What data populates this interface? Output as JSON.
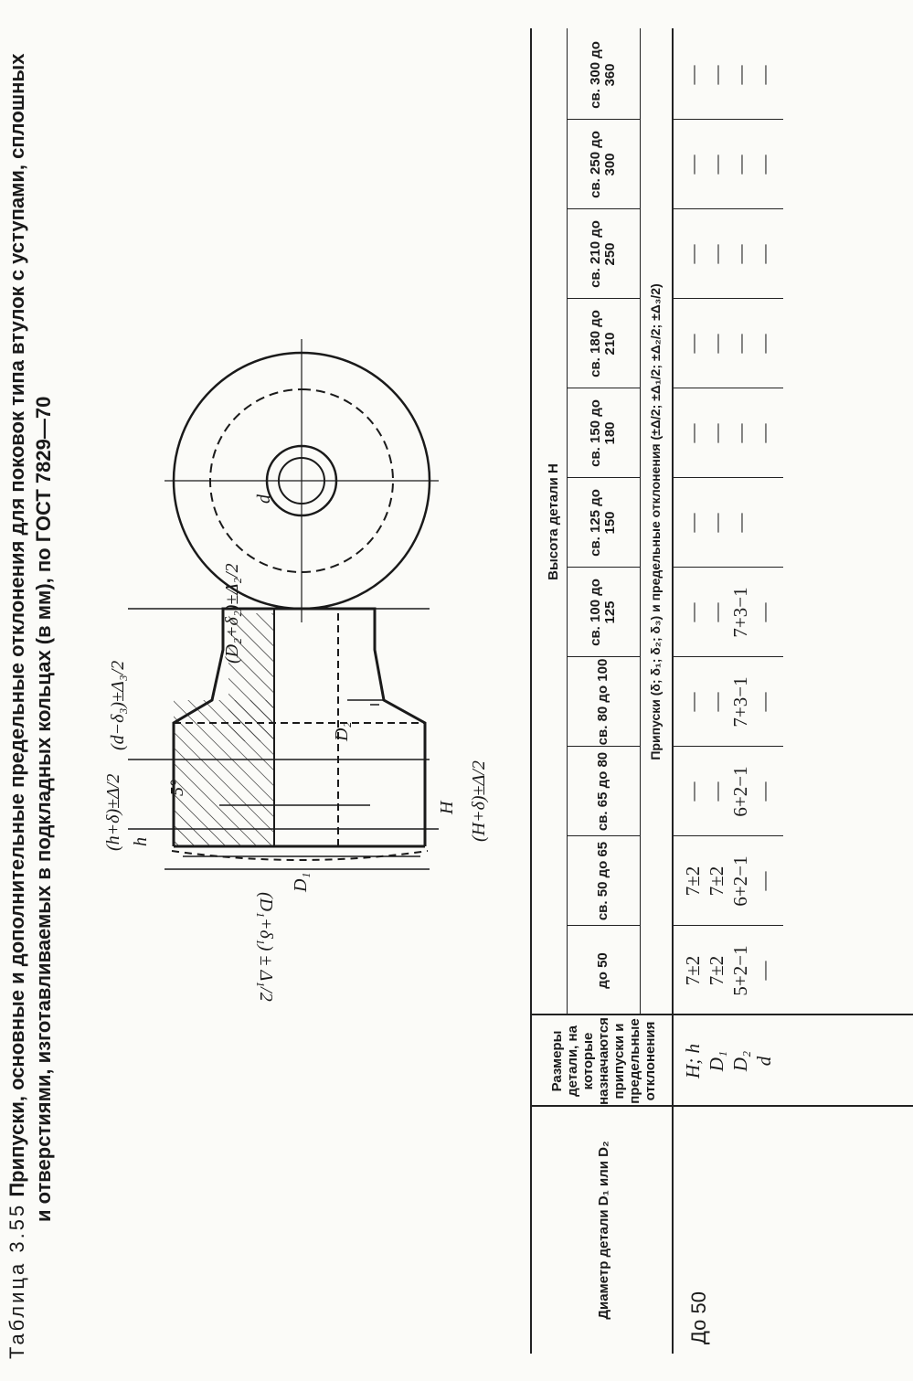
{
  "caption": {
    "lead": "Таблица 3.55",
    "line1": "Припуски, основные и дополнительные предельные отклонения для поковок типа втулок с уступами, сплошных",
    "line2": "и отверстиями, изготавливаемых в подкладных кольцах (в мм), по ГОСТ 7829—70"
  },
  "drawing": {
    "labels": {
      "top_left": "(D₁+δ₁) ± Δ₁/2",
      "d1": "D₁",
      "h_small": "h",
      "h_total": "(h+δ)±Δ/2",
      "angle": "5°",
      "d_inner": "(d−δ₃)±Δ₃/2",
      "d2": "D₂",
      "d2_tol": "(D₂+δ₂)±Δ₂/2",
      "H": "H",
      "H_tol": "(H+δ)±Δ/2",
      "d_circle": "d"
    }
  },
  "table": {
    "col_diameter": "Диаметр детали D₁ или D₂",
    "col_sizes": "Размеры детали, на которые назначаются припуски и предельные отклонения",
    "height_header": "Высота детали H",
    "subheader": "Припуски (δ; δ₁; δ₂; δ₃) и предельные отклонения (±Δ/2; ±Δ₁/2; ±Δ₂/2; ±Δ₃/2)",
    "height_ranges": [
      "до 50",
      "св. 50 до 65",
      "св. 65 до 80",
      "св. 80 до 100",
      "св. 100 до 125",
      "св. 125 до 150",
      "св. 150 до 180",
      "св. 180 до 210",
      "св. 210 до 250",
      "св. 250 до 300",
      "св. 300 до 360"
    ],
    "rows": [
      {
        "diameter": "До 50",
        "sizes": [
          "H; h",
          "D₁",
          "D₂",
          "d"
        ],
        "values": [
          [
            "7±2",
            "7±2",
            "5+2−1",
            "—"
          ],
          [
            "7±2",
            "7±2",
            "6+2−1",
            "—"
          ],
          [
            "—",
            "—",
            "6+2−1",
            "—"
          ],
          [
            "—",
            "—",
            "7+3−1",
            "—"
          ],
          [
            "—",
            "—",
            "7+3−1",
            "—"
          ],
          [
            "—",
            "—",
            "—",
            ""
          ],
          [
            "—",
            "—",
            "—",
            "—"
          ],
          [
            "—",
            "—",
            "—",
            "—"
          ],
          [
            "—",
            "—",
            "—",
            "—"
          ],
          [
            "—",
            "—",
            "—",
            "—"
          ],
          [
            "—",
            "—",
            "—",
            "—"
          ]
        ]
      }
    ]
  }
}
